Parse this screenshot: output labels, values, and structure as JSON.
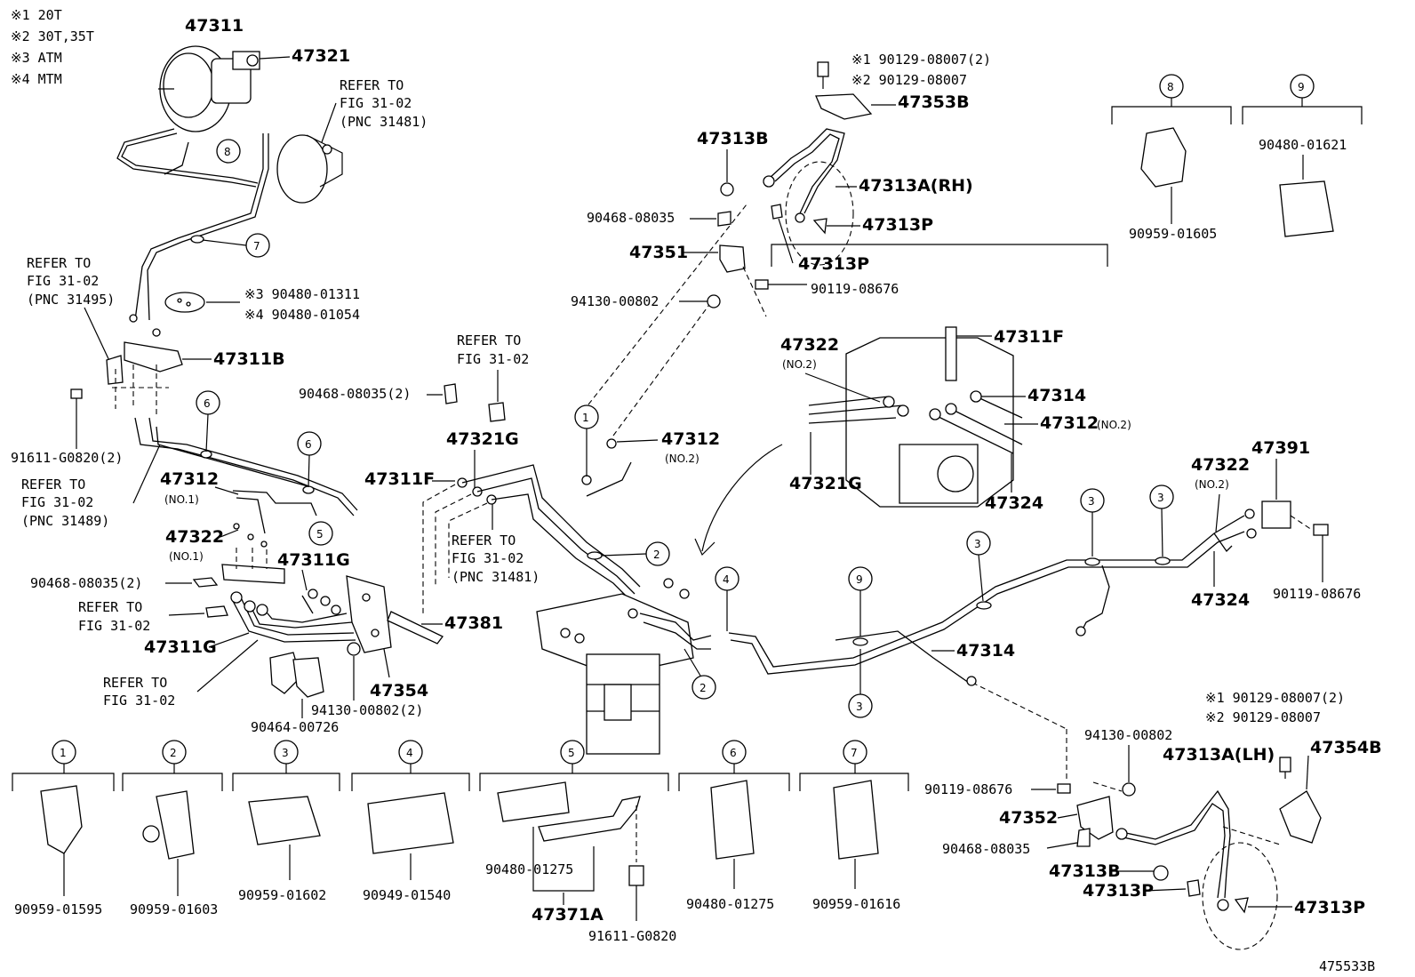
{
  "notes": [
    "※1 20T",
    "※2 30T,35T",
    "※3 ATM",
    "※4 MTM"
  ],
  "parts": {
    "p47311": "47311",
    "p47321": "47321",
    "p47311B": "47311B",
    "p47311F_a": "47311F",
    "p47311F_b": "47311F",
    "p47311G_a": "47311G",
    "p47311G_b": "47311G",
    "p47312_no1": "47312",
    "p47312_no2_a": "47312",
    "p47312_no2_b": "47312",
    "p47313A_RH": "47313A(RH)",
    "p47313A_LH": "47313A(LH)",
    "p47313B_a": "47313B",
    "p47313B_b": "47313B",
    "p47313P_a": "47313P",
    "p47313P_b": "47313P",
    "p47313P_c": "47313P",
    "p47313P_d": "47313P",
    "p47314_a": "47314",
    "p47314_b": "47314",
    "p47321G_a": "47321G",
    "p47321G_b": "47321G",
    "p47322_no1": "47322",
    "p47322_no2_a": "47322",
    "p47322_no2_b": "47322",
    "p47324_a": "47324",
    "p47324_b": "47324",
    "p47351": "47351",
    "p47352": "47352",
    "p47353B": "47353B",
    "p47354": "47354",
    "p47354B": "47354B",
    "p47371A": "47371A",
    "p47381": "47381",
    "p47391": "47391"
  },
  "subs": {
    "no1_a": "(NO.1)",
    "no1_b": "(NO.1)",
    "no2_a": "(NO.2)",
    "no2_b": "(NO.2)",
    "no2_c": "(NO.2)",
    "no2_d": "(NO.2)"
  },
  "codes": {
    "c90129_1a": "※1 90129-08007(2)",
    "c90129_2a": "※2 90129-08007",
    "c90129_1b": "※1 90129-08007(2)",
    "c90129_2b": "※2 90129-08007",
    "c90480_3": "※3 90480-01311",
    "c90480_4": "※4 90480-01054",
    "c90468_a": "90468-08035",
    "c90468_b": "90468-08035(2)",
    "c90468_c": "90468-08035(2)",
    "c90468_d": "90468-08035",
    "c94130_a": "94130-00802",
    "c94130_b": "94130-00802(2)",
    "c94130_c": "94130-00802",
    "c90119_a": "90119-08676",
    "c90119_b": "90119-08676",
    "c90119_c": "90119-08676",
    "c91611_a": "91611-G0820(2)",
    "c91611_b": "91611-G0820",
    "c90464": "90464-00726",
    "c90959_01605": "90959-01605",
    "c90480_01621": "90480-01621",
    "c90959_01595": "90959-01595",
    "c90959_01603": "90959-01603",
    "c90959_01602": "90959-01602",
    "c90949_01540": "90949-01540",
    "c90480_01275_a": "90480-01275",
    "c90480_01275_b": "90480-01275",
    "c90959_01616": "90959-01616"
  },
  "refs": {
    "r1": [
      "REFER TO",
      "FIG 31-02",
      "(PNC 31481)"
    ],
    "r2": [
      "REFER TO",
      "FIG 31-02",
      "(PNC 31495)"
    ],
    "r3": [
      "REFER TO",
      "FIG 31-02"
    ],
    "r4": [
      "REFER TO",
      "FIG 31-02",
      "(PNC 31489)"
    ],
    "r5": [
      "REFER TO",
      "FIG 31-02",
      "(PNC 31481)"
    ],
    "r6": [
      "REFER TO",
      "FIG 31-02"
    ],
    "r7": [
      "REFER TO",
      "FIG 31-02"
    ]
  },
  "callouts": {
    "k1": "1",
    "k2a": "2",
    "k2b": "2",
    "k3a": "3",
    "k3b": "3",
    "k3c": "3",
    "k3d": "3",
    "k4": "4",
    "k5": "5",
    "k6a": "6",
    "k6b": "6",
    "k7": "7",
    "k8": "8",
    "k9": "9",
    "g1": "1",
    "g2": "2",
    "g3": "3",
    "g4": "4",
    "g5": "5",
    "g6": "6",
    "g7": "7",
    "g8": "8",
    "g9": "9"
  },
  "figure_id": "475533B"
}
